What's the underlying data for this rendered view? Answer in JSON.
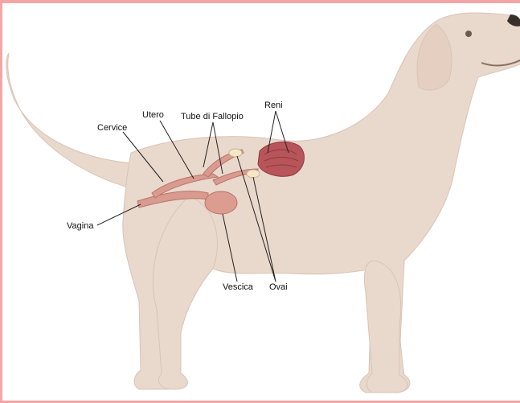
{
  "labels": {
    "cervice": "Cervice",
    "utero": "Utero",
    "tube": "Tube di Fallopio",
    "reni": "Reni",
    "vagina": "Vagina",
    "vescica": "Vescica",
    "ovai": "Ovai"
  },
  "colors": {
    "border": "#f4a6a6",
    "dog_body": "#e9d8cc",
    "organ": "#d99a8f",
    "kidney": "#b8555a",
    "ovary": "#f3e7c8"
  }
}
